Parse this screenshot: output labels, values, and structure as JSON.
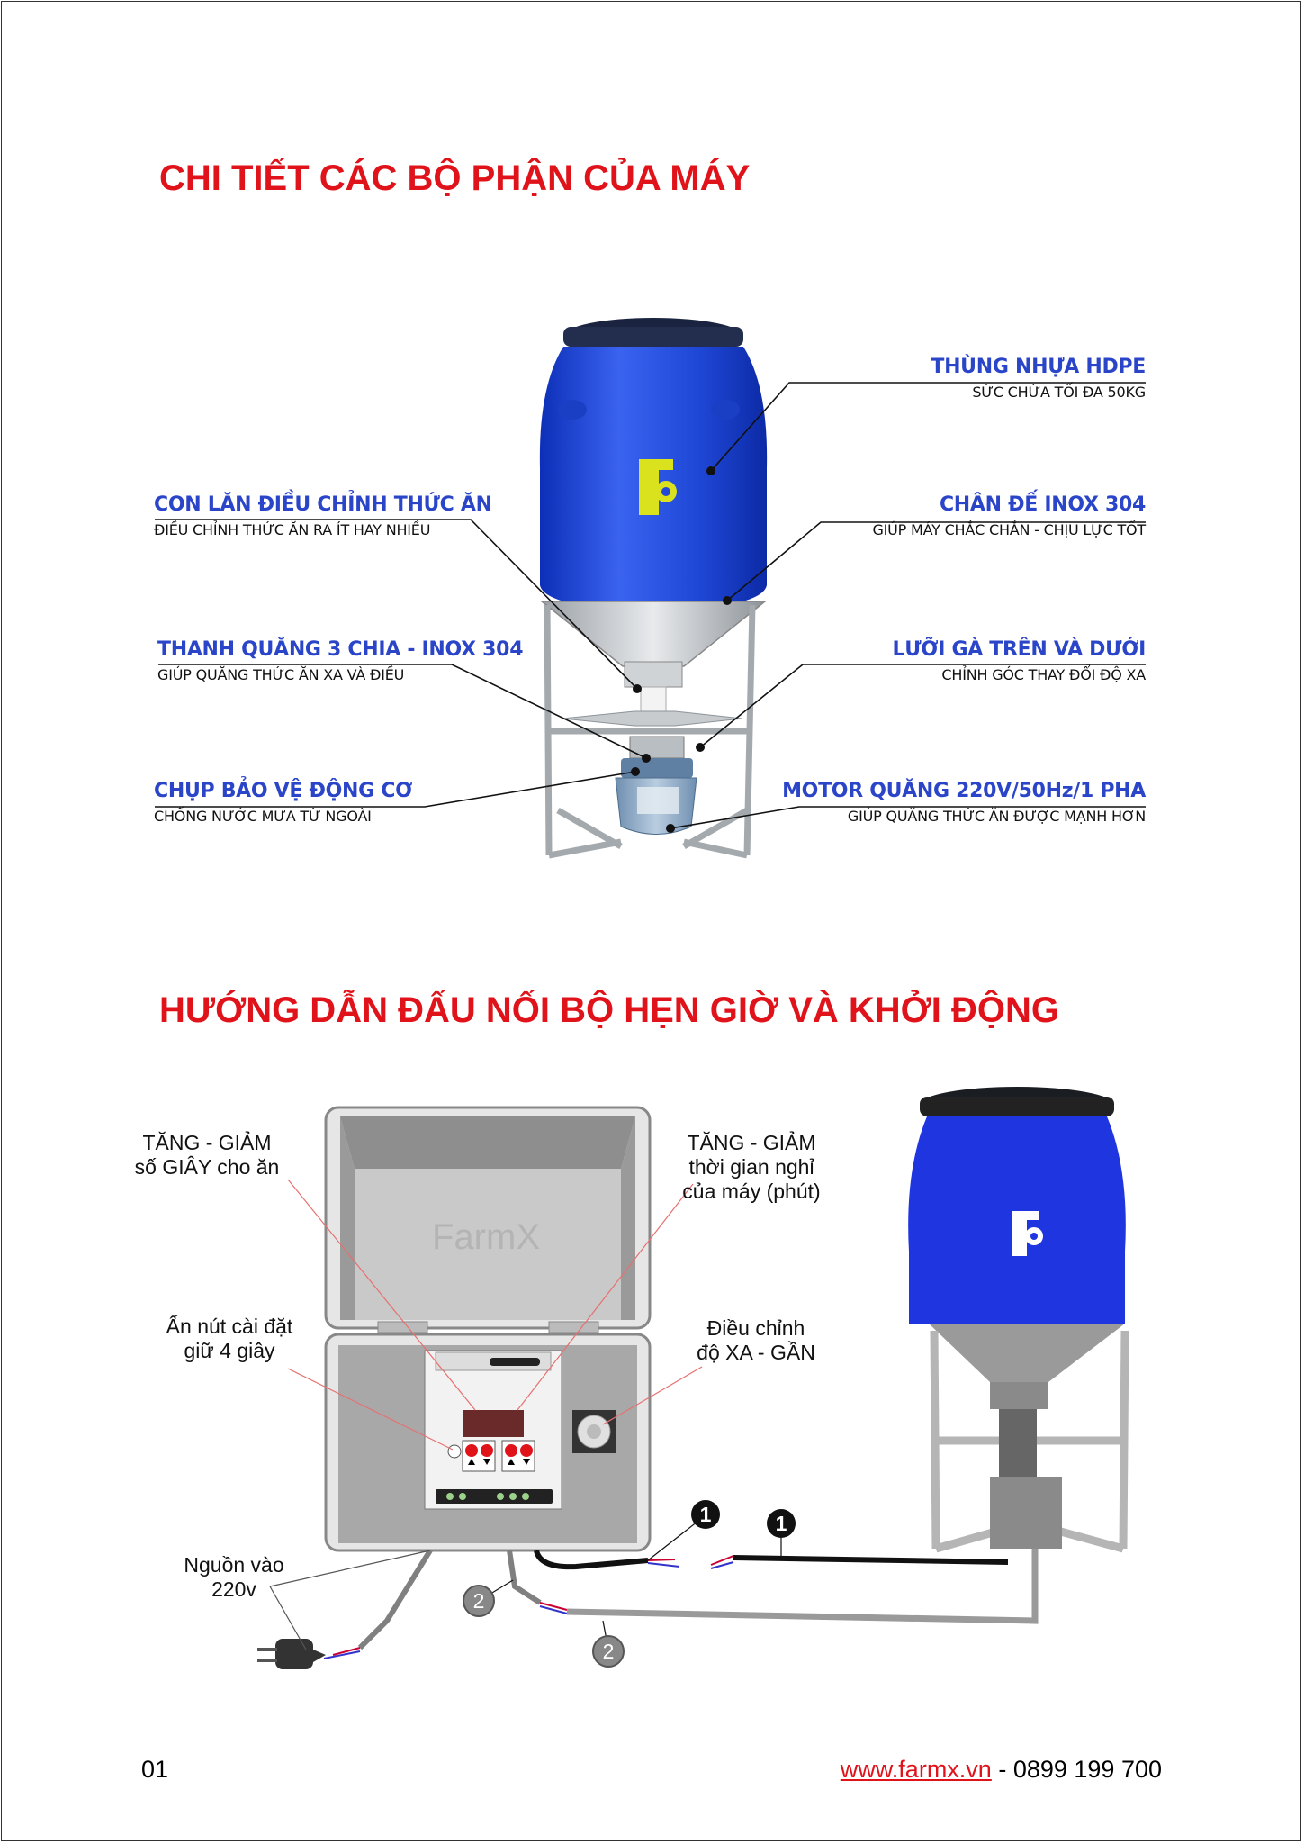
{
  "section1": {
    "title": "CHI TIẾT CÁC BỘ PHẬN CỦA MÁY"
  },
  "parts": [
    {
      "heading": "THÙNG NHỰA HDPE",
      "sub": "SỨC CHỨA TỐI ĐA 50KG"
    },
    {
      "heading": "CON LĂN ĐIỀU CHỈNH THỨC ĂN",
      "sub": "ĐIỀU CHỈNH THỨC ĂN RA ÍT HAY NHIỀU"
    },
    {
      "heading": "CHÂN ĐẾ INOX 304",
      "sub": "GIÚP MÁY CHẮC CHẮN - CHỊU LỰC TỐT"
    },
    {
      "heading": "THANH QUĂNG 3 CHIA - INOX 304",
      "sub": "GIÚP QUĂNG THỨC ĂN XA VÀ ĐIỀU"
    },
    {
      "heading": "LƯỠI GÀ TRÊN VÀ DƯỚI",
      "sub": "CHỈNH GÓC THAY ĐỔI ĐỘ XA"
    },
    {
      "heading": "CHỤP BẢO VỆ ĐỘNG CƠ",
      "sub": "CHỐNG NƯỚC MƯA TỪ NGOÀI"
    },
    {
      "heading": "MOTOR QUĂNG 220V/50Hz/1 PHA",
      "sub": "GIÚP QUĂNG THỨC ĂN ĐƯỢC MẠNH HƠN"
    }
  ],
  "section2": {
    "title": "HƯỚNG DẪN ĐẤU NỐI BỘ HẸN GIỜ VÀ KHỞI ĐỘNG"
  },
  "wiring": {
    "note_seconds": [
      "TĂNG - GIẢM",
      "số GIÂY cho ăn"
    ],
    "note_rest": [
      "TĂNG - GIẢM",
      "thời gian nghỉ",
      "của máy (phút)"
    ],
    "note_setting": [
      "Ấn nút cài đặt",
      "giữ 4 giây"
    ],
    "note_distance": [
      "Điều chỉnh",
      "độ XA - GẦN"
    ],
    "note_power": [
      "Nguồn vào",
      "220v"
    ],
    "box_watermark": "FarmX",
    "marker_1": "1",
    "marker_2": "2"
  },
  "footer": {
    "page": "01",
    "website": "www.farmx.vn",
    "separator": " - ",
    "phone": "0899 199 700"
  },
  "colors": {
    "title": "#e0131b",
    "label": "#2b45c9",
    "barrel": "#1f47d6"
  }
}
